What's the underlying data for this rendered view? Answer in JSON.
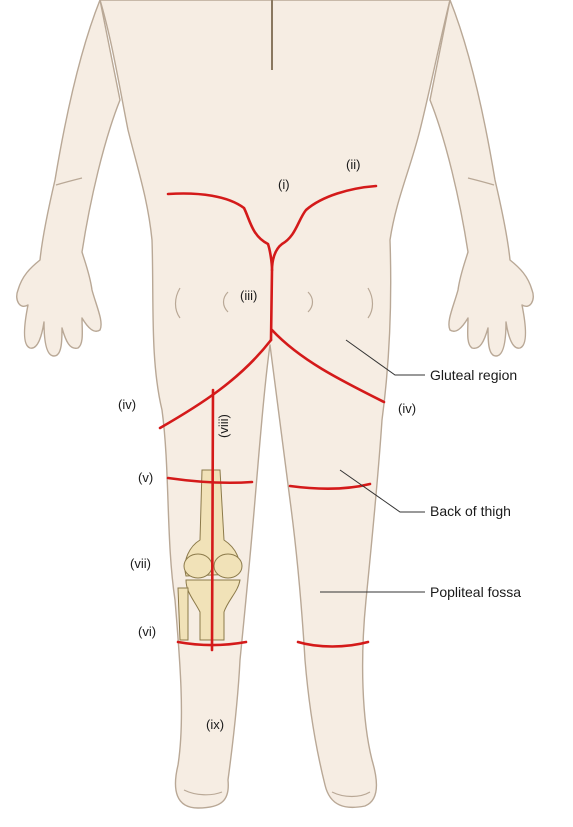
{
  "labels": {
    "cut_i": "(i)",
    "cut_ii": "(ii)",
    "cut_iii": "(iii)",
    "cut_iv_left": "(iv)",
    "cut_iv_right": "(iv)",
    "cut_v": "(v)",
    "cut_vi": "(vi)",
    "cut_vii": "(vii)",
    "cut_viii": "(viii)",
    "cut_ix": "(ix)",
    "gluteal_region": "Gluteal region",
    "back_of_thigh": "Back of thigh",
    "popliteal_fossa": "Popliteal fossa"
  },
  "colors": {
    "skin": "#f6ede3",
    "skin_outline": "#b9a896",
    "incision": "#d41a1a",
    "bone": "#f1e2b8",
    "bone_outline": "#8c7a4a",
    "leader": "#333333"
  }
}
